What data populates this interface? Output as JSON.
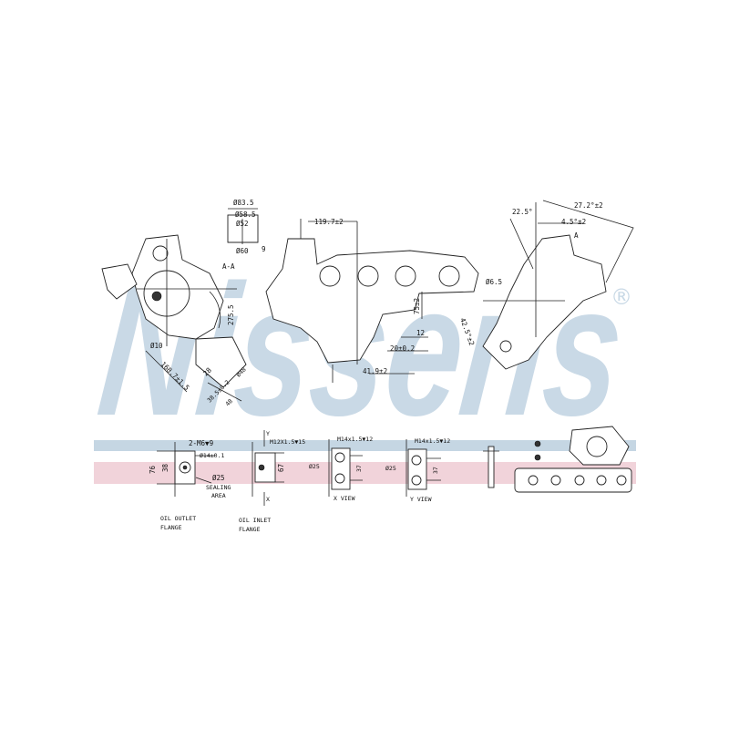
{
  "brand": {
    "watermark": "Nissens",
    "registered_mark": "®",
    "watermark_color": "#c9d9e6",
    "stripe_blue": "#c5d6e3",
    "stripe_red": "#f1d3da"
  },
  "section_view": {
    "label": "A-A",
    "dims": [
      "Ø83.5",
      "Ø58.5",
      "Ø52",
      "Ø60",
      "9"
    ]
  },
  "left_view": {
    "dims": [
      "275.5",
      "Ø10",
      "168.7±1.5",
      "28",
      "38.5±0.2",
      "Ø48",
      "48"
    ]
  },
  "front_view": {
    "dims": [
      "119.7±2",
      "75±2",
      "12",
      "20±0.2",
      "41.9±2"
    ]
  },
  "right_view": {
    "dims": [
      "22.5°",
      "27.2°±2",
      "4.5°±2",
      "A",
      "Ø6.5",
      "42.5°±2"
    ]
  },
  "oil_outlet": {
    "thread": "2-M6▼9",
    "bore": "Ø14±0.1",
    "height": "76",
    "pitch": "38",
    "seal_dia": "Ø25",
    "seal_line1": "SEALING",
    "seal_line2": "AREA",
    "title_line1": "OIL OUTLET",
    "title_line2": "FLANGE"
  },
  "oil_inlet": {
    "y_mark": "Y",
    "x_mark": "X",
    "thread": "M12X1.5▼15",
    "dim": "67",
    "title_line1": "OIL INLET",
    "title_line2": "FLANGE"
  },
  "x_view": {
    "thread": "M14x1.5▼12",
    "dia": "Ø25",
    "dim": "37",
    "title": "X VIEW"
  },
  "y_view": {
    "thread": "M14x1.5▼12",
    "dia": "Ø25",
    "dim": "37",
    "title": "Y VIEW"
  }
}
